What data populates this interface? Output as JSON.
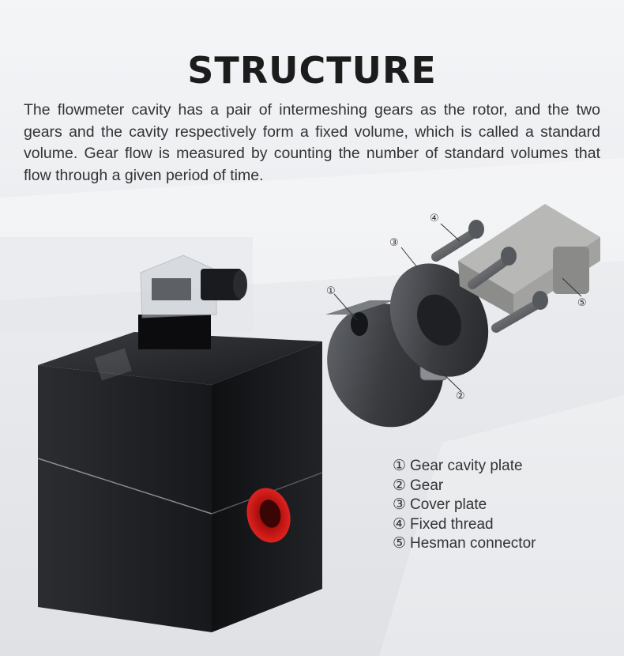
{
  "heading": "STRUCTURE",
  "description": "The flowmeter cavity has a pair of intermeshing gears as the rotor, and the two gears and the cavity respectively form a fixed volume, which is called a standard volume. Gear flow is measured by counting the number of standard volumes that flow through a given period of time.",
  "callouts": [
    "①",
    "②",
    "③",
    "④",
    "⑤"
  ],
  "legend": [
    {
      "num": "①",
      "label": "Gear cavity plate"
    },
    {
      "num": "②",
      "label": "Gear"
    },
    {
      "num": "③",
      "label": "Cover plate"
    },
    {
      "num": "④",
      "label": "Fixed thread"
    },
    {
      "num": "⑤",
      "label": "Hesman connector"
    }
  ],
  "colors": {
    "body": "#1e1f22",
    "port": "#e0221f",
    "parts": "#3a3c40",
    "bracket": "#9c9c9a"
  }
}
